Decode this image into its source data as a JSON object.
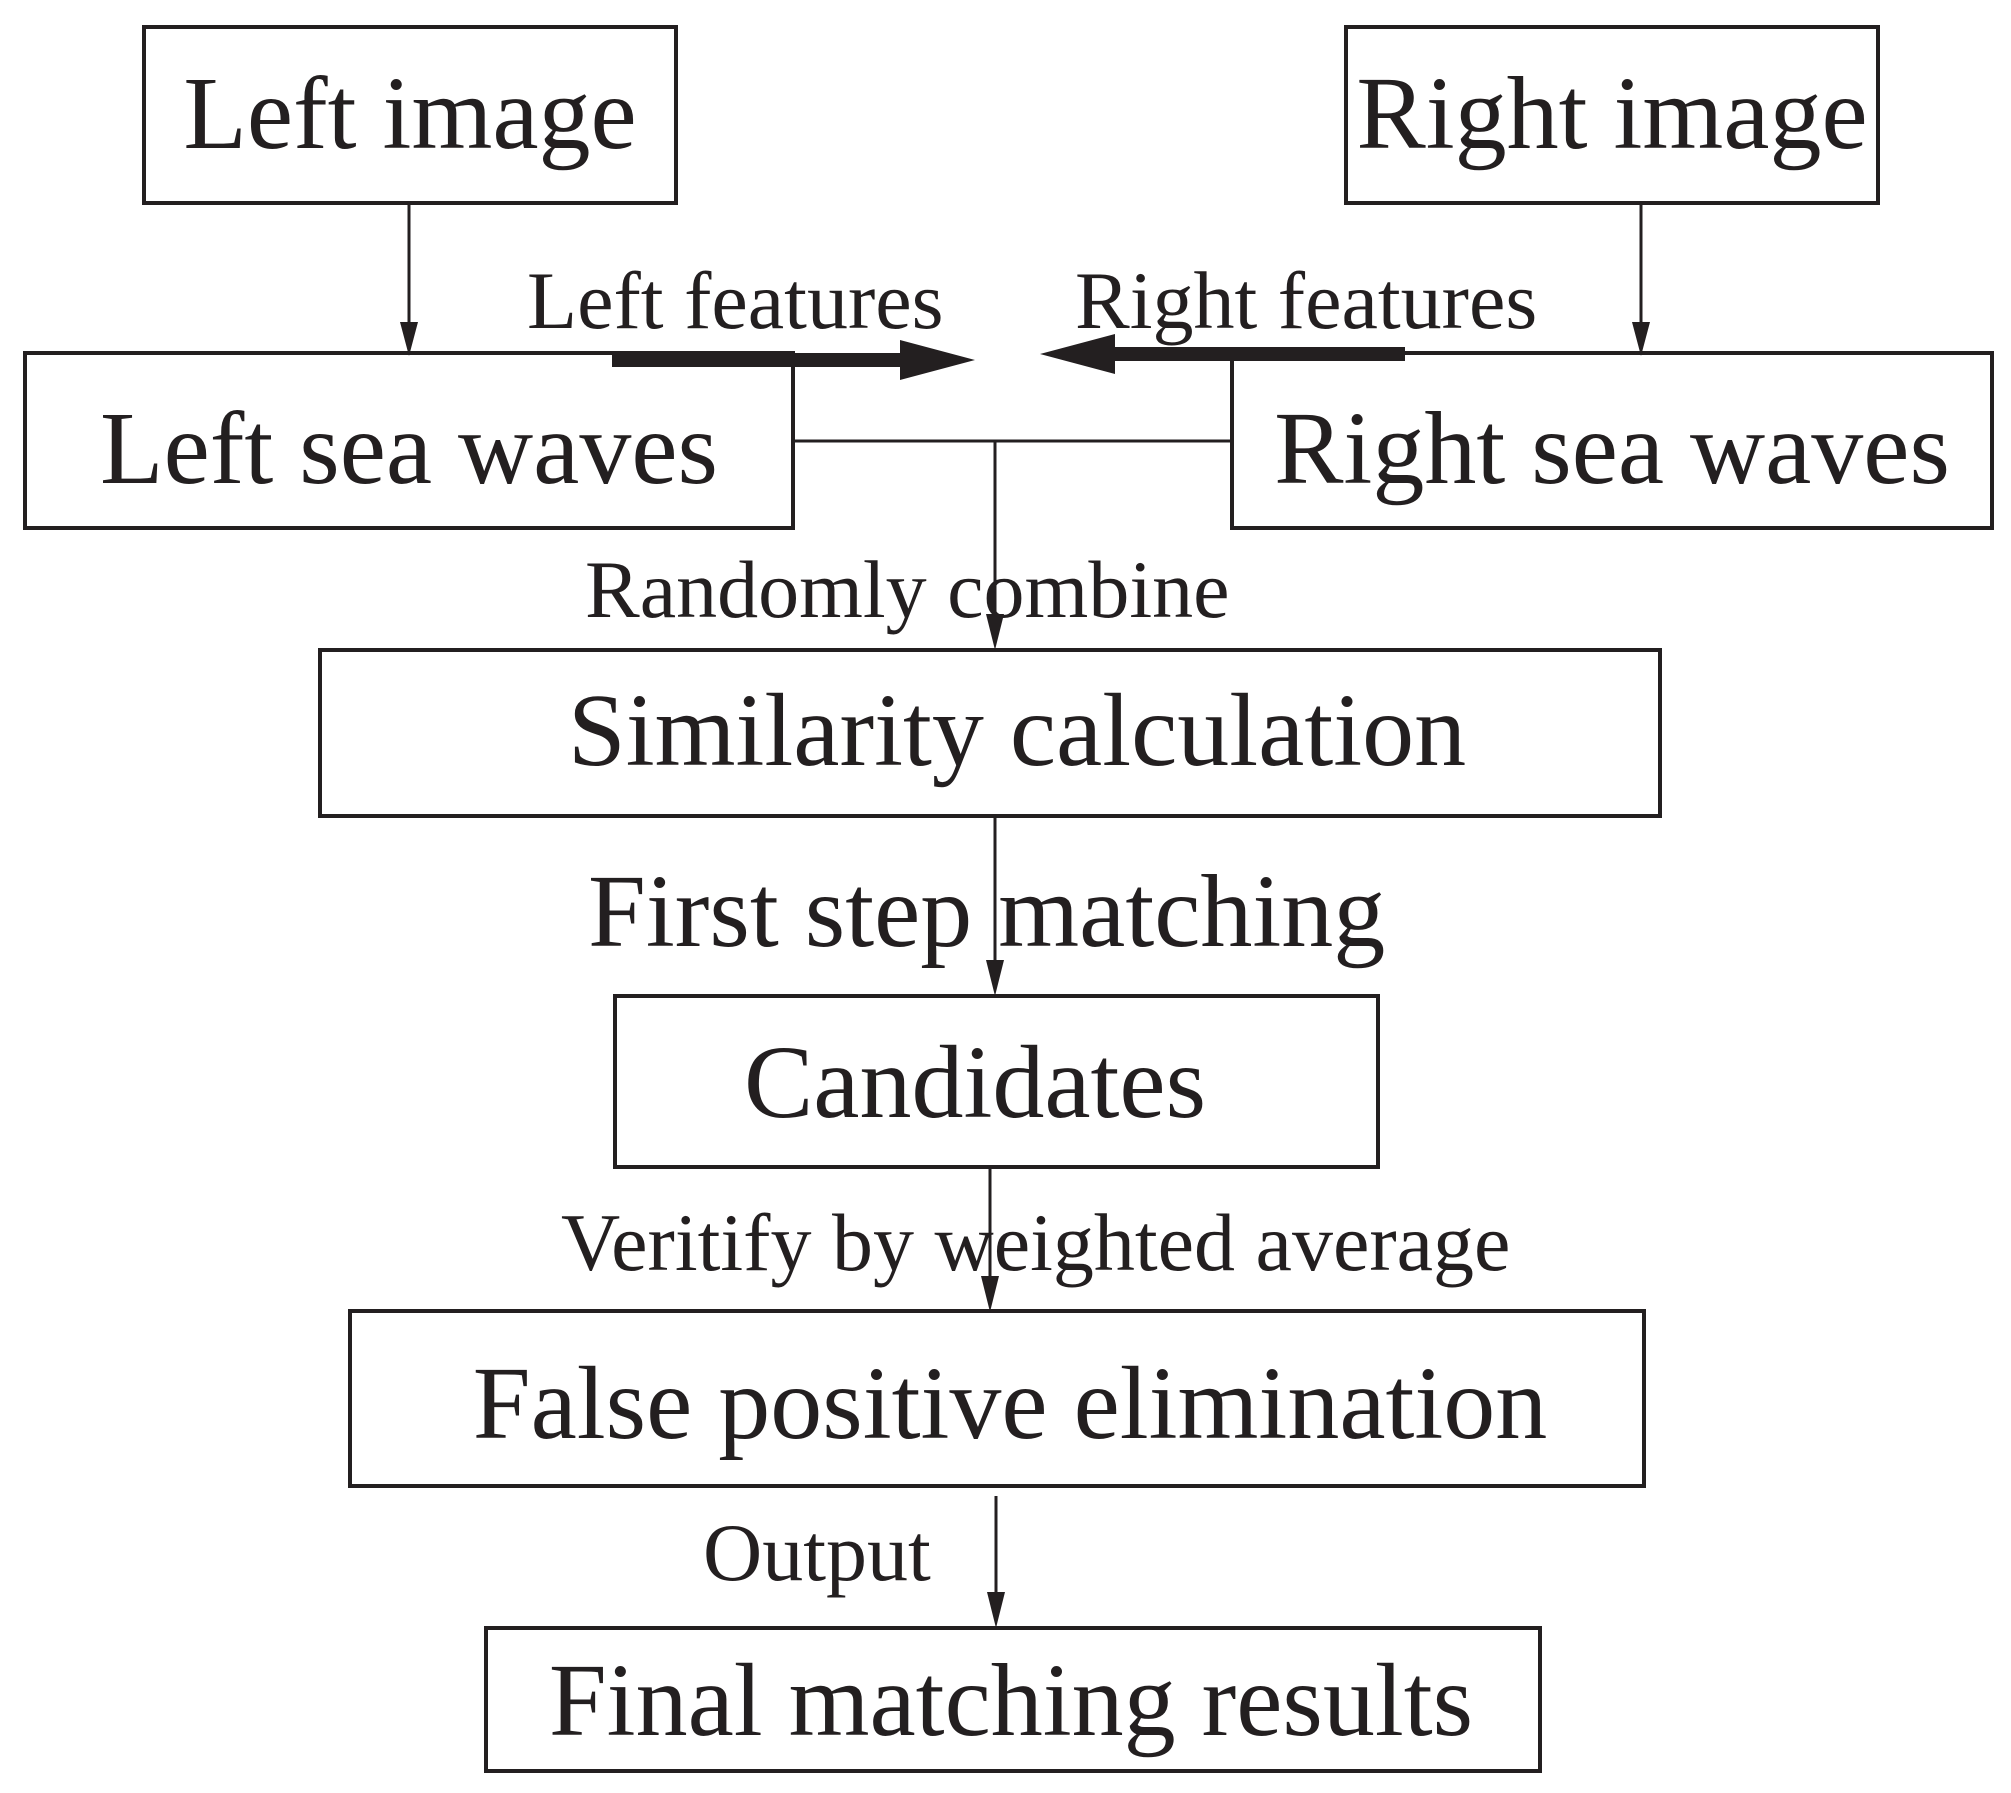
{
  "nodes": {
    "left_image": "Left image",
    "right_image": "Right image",
    "left_sea_waves": "Left sea waves",
    "right_sea_waves": "Right sea waves",
    "similarity_calculation": "Similarity calculation",
    "candidates": "Candidates",
    "false_positive_elimination": "False positive elimination",
    "final_matching_results": "Final matching results"
  },
  "edges": {
    "left_features": "Left features",
    "right_features": "Right features",
    "randomly_combine": "Randomly combine",
    "first_step_matching": "First step matching",
    "verify": "Veritify by weighted average",
    "output": "Output"
  }
}
